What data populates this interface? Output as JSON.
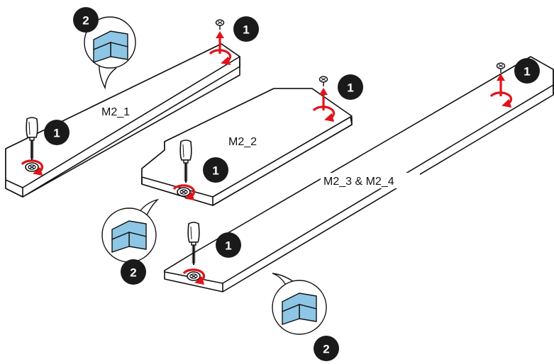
{
  "slots": {
    "m2_1": {
      "label": "M2_1"
    },
    "m2_2": {
      "label": "M2_2"
    },
    "m2_34": {
      "label": "M2_3 & M2_4"
    }
  },
  "steps": {
    "remove": "1",
    "pad": "2"
  },
  "colors": {
    "arrow": "#e0131a",
    "badge": "#1a1a1a",
    "thermal_pad": "#8ec6e6",
    "line": "#111111"
  },
  "icons": [
    "screwdriver-icon",
    "screw-icon",
    "rotate-arrow-icon",
    "up-arrow-icon",
    "thermal-pad-icon"
  ]
}
